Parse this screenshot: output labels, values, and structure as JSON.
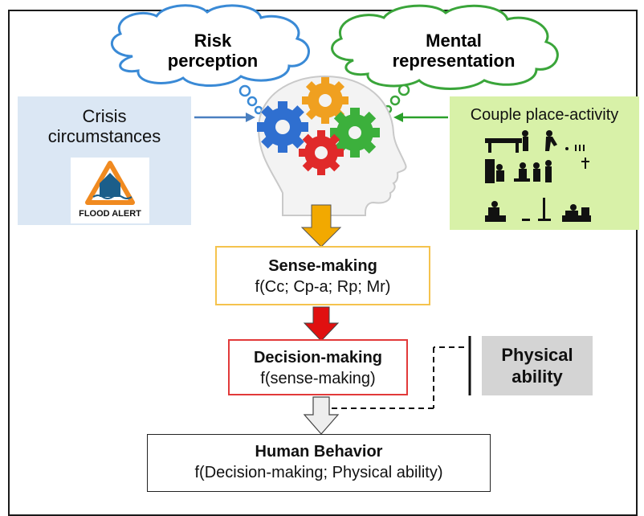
{
  "clouds": {
    "risk": {
      "line1": "Risk",
      "line2": "perception"
    },
    "mental": {
      "line1": "Mental",
      "line2": "representation"
    }
  },
  "crisis": {
    "line1": "Crisis",
    "line2": "circumstances",
    "sign_label": "FLOOD ALERT"
  },
  "couple": {
    "label": "Couple place-activity"
  },
  "sense": {
    "title": "Sense-making",
    "formula": "f(Cc; Cp-a; Rp; Mr)"
  },
  "decision": {
    "title": "Decision-making",
    "formula": "f(sense-making)"
  },
  "physical": {
    "line1": "Physical",
    "line2": "ability"
  },
  "human": {
    "title": "Human Behavior",
    "formula": "f(Decision-making; Physical ability)"
  },
  "colors": {
    "risk_cloud_stroke": "#3a8ad6",
    "mental_cloud_stroke": "#3aa53a",
    "crisis_bg": "#dbe7f4",
    "couple_bg": "#d8f1a8",
    "sense_border": "#f5c34d",
    "decision_border": "#e23a3a",
    "arrow_orange": "#f2a900",
    "arrow_red": "#e01010",
    "arrow_light": "#eeeeee"
  }
}
